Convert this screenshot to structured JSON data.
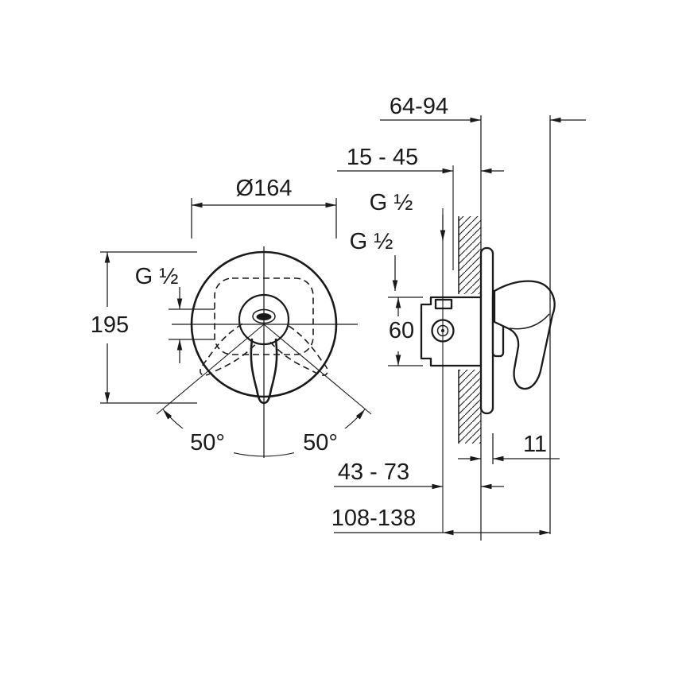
{
  "drawing": {
    "front_view": {
      "diameter": "Ø164",
      "height": "195",
      "thread": "G ½",
      "swing_left": "50°",
      "swing_right": "50°"
    },
    "side_view": {
      "wall_to_handle": "64-94",
      "rough_in_depth": "15 - 45",
      "thread_top": "G ½",
      "thread_inlet": "G ½",
      "port_height": "60",
      "trim_projection": "11",
      "center_to_wall": "43 - 73",
      "total_depth": "108-138"
    }
  },
  "colors": {
    "line": "#1a1a1a",
    "background": "#ffffff"
  }
}
